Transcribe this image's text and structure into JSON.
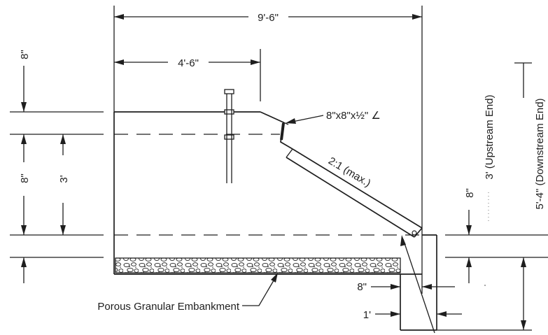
{
  "dimensions": {
    "overall_width": "9'-6\"",
    "crest_width": "4'-6\"",
    "top_thickness": "8\"",
    "wall_depth": "3'",
    "base_thickness": "8\"",
    "toe_thickness": "8\"",
    "toe_width": "8\"",
    "toe_offset": "1'",
    "upstream_height": "3' (Upstream End)",
    "downstream_height": "5'-4\" (Downstream End)"
  },
  "labels": {
    "angle": "8\"x8\"x½\" ∠",
    "slope": "2:1 (max.)",
    "embankment": "Porous Granular Embankment"
  },
  "colors": {
    "line": "#1e1e1e",
    "background": "#ffffff"
  }
}
